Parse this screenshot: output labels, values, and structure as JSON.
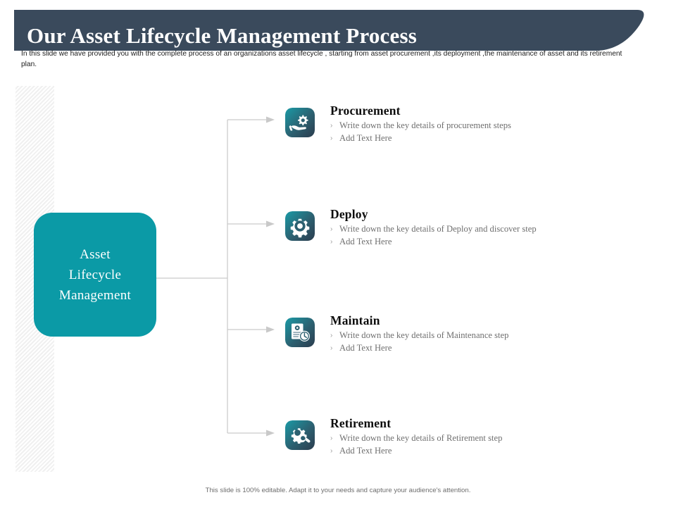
{
  "header": {
    "title": "Our Asset Lifecycle Management Process",
    "bar_color": "#3a4a5c"
  },
  "subtitle": "In this slide we have provided you with the complete process of an organizations asset lifecycle , starting from asset procurement ,its deployment ,the maintenance of asset and its retirement plan.",
  "core": {
    "label": "Asset\nLifecycle\nManagement",
    "color": "#0b9aa6"
  },
  "steps": [
    {
      "title": "Procurement",
      "icon": "gear-in-hand-icon",
      "bullets": [
        "Write down the key details of procurement steps",
        "Add Text Here"
      ]
    },
    {
      "title": "Deploy",
      "icon": "gear-settings-icon",
      "bullets": [
        "Write down the key details of Deploy and discover step",
        "Add Text Here"
      ]
    },
    {
      "title": "Maintain",
      "icon": "document-clock-icon",
      "bullets": [
        "Write down the key details of Maintenance step",
        "Add Text Here"
      ]
    },
    {
      "title": "Retirement",
      "icon": "gear-wrench-icon",
      "bullets": [
        "Write down the key details of Retirement step",
        "Add Text Here"
      ]
    }
  ],
  "bullet_marker": "›",
  "footer": "This slide is 100% editable. Adapt it to your needs and capture your audience's attention."
}
